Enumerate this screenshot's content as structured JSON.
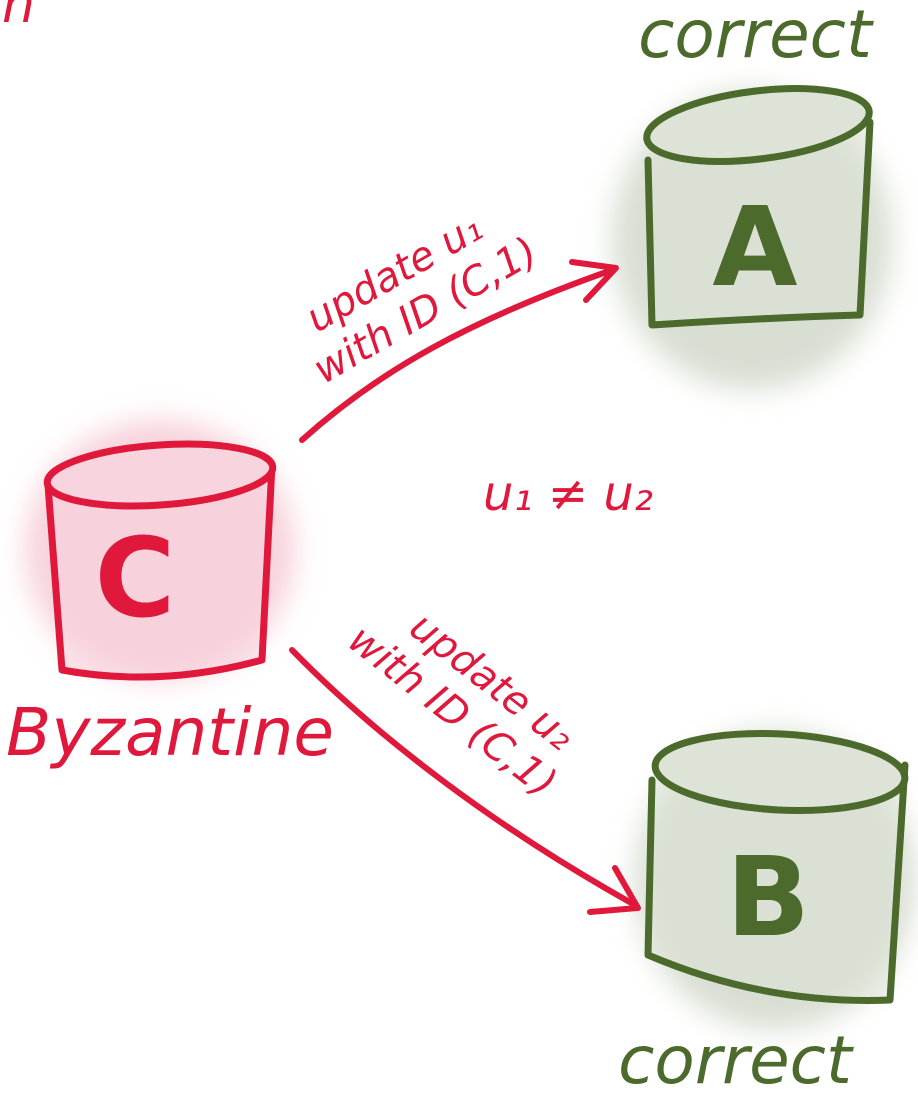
{
  "colors": {
    "byzantine": "#e0183c",
    "byzantine_fill": "#f4c3cf",
    "correct": "#4b6a2c",
    "correct_fill": "#d6dccf"
  },
  "corner_mark": "n",
  "nodes": {
    "c": {
      "letter": "C",
      "label": "Byzantine"
    },
    "a": {
      "letter": "A",
      "label": "correct"
    },
    "b": {
      "letter": "B",
      "label": "correct"
    }
  },
  "edges": {
    "to_a": {
      "line1": "update u₁",
      "line2": "with ID (C,1)"
    },
    "to_b": {
      "line1": "update u₂",
      "line2": "with ID (C,1)"
    }
  },
  "inequality": "u₁ ≠ u₂"
}
